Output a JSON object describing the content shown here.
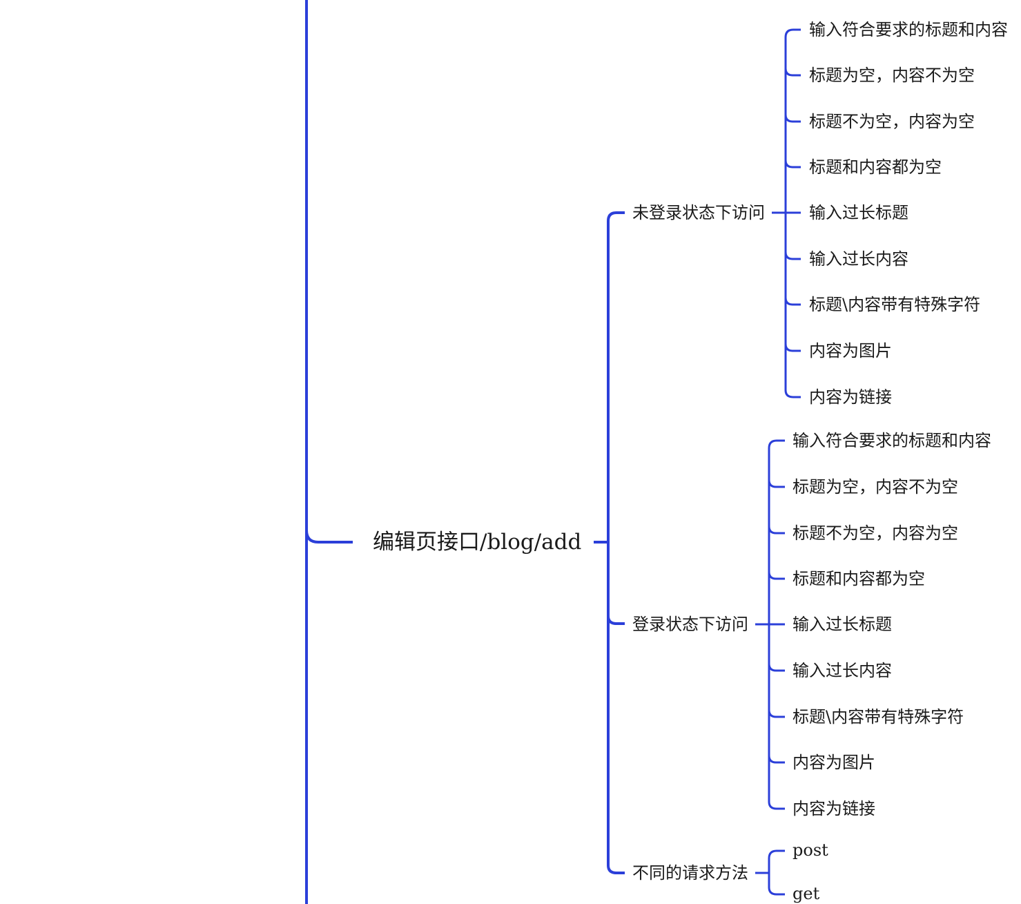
{
  "colors": {
    "line": "#2b3fd9",
    "text": "#1a1a1a",
    "background": "#ffffff"
  },
  "root": {
    "label": "编辑页接口/blog/add"
  },
  "branches": [
    {
      "label": "未登录状态下访问",
      "children": [
        "输入符合要求的标题和内容",
        "标题为空，内容不为空",
        "标题不为空，内容为空",
        "标题和内容都为空",
        "输入过长标题",
        "输入过长内容",
        "标题\\内容带有特殊字符",
        "内容为图片",
        "内容为链接"
      ]
    },
    {
      "label": "登录状态下访问",
      "children": [
        "输入符合要求的标题和内容",
        "标题为空，内容不为空",
        "标题不为空，内容为空",
        "标题和内容都为空",
        "输入过长标题",
        "输入过长内容",
        "标题\\内容带有特殊字符",
        "内容为图片",
        "内容为链接"
      ]
    },
    {
      "label": "不同的请求方法",
      "children": [
        "post",
        "get"
      ]
    }
  ]
}
